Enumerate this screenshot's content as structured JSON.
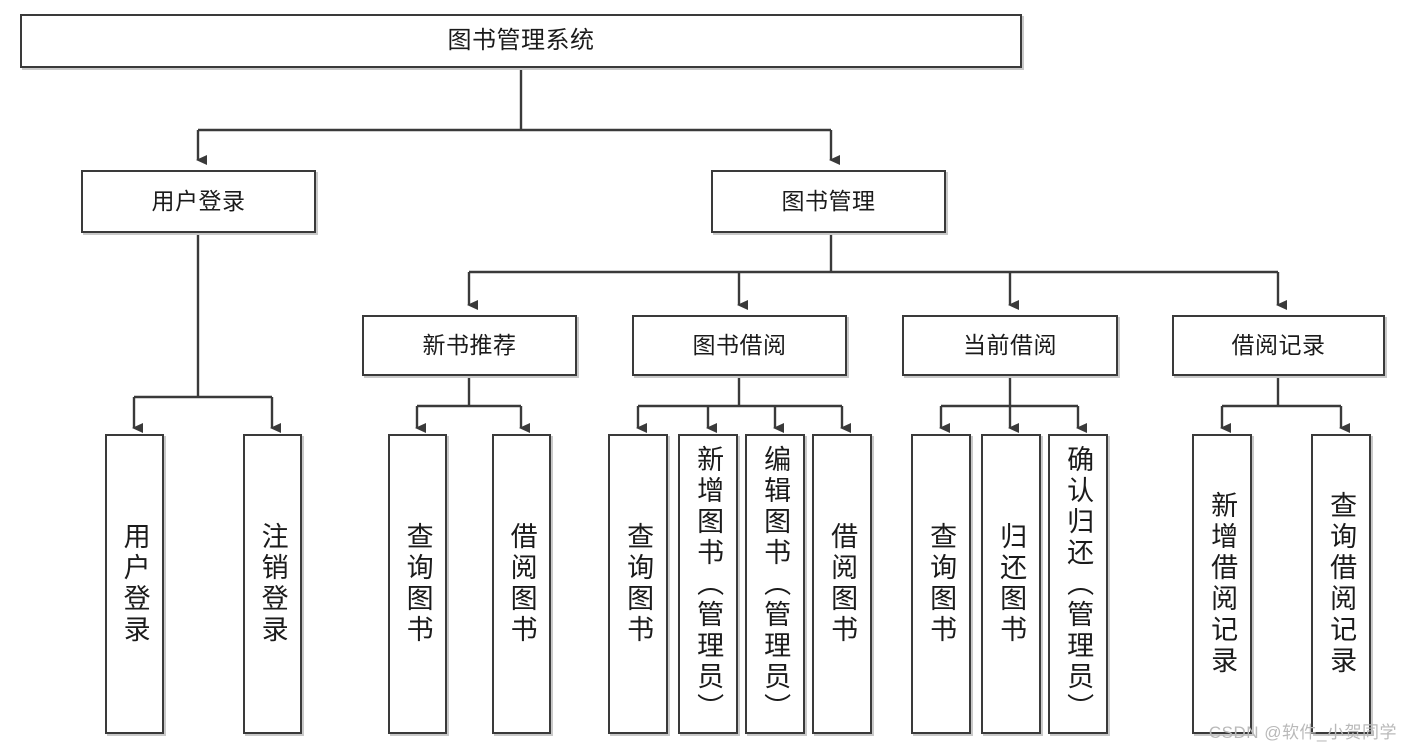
{
  "diagram": {
    "title": "图书管理系统",
    "type": "tree-hierarchy-chart",
    "root": {
      "label": "图书管理系统"
    },
    "level2": [
      {
        "label": "用户登录"
      },
      {
        "label": "图书管理"
      }
    ],
    "level3": [
      {
        "label": "新书推荐"
      },
      {
        "label": "图书借阅"
      },
      {
        "label": "当前借阅"
      },
      {
        "label": "借阅记录"
      }
    ],
    "leaves": {
      "user_login": [
        {
          "label": "用户登录"
        },
        {
          "label": "注销登录"
        }
      ],
      "new_book_recommend": [
        {
          "label": "查询图书"
        },
        {
          "label": "借阅图书"
        }
      ],
      "book_borrow": [
        {
          "label": "查询图书"
        },
        {
          "label": "新增图书（管理员）"
        },
        {
          "label": "编辑图书（管理员）"
        },
        {
          "label": "借阅图书"
        }
      ],
      "current_borrow": [
        {
          "label": "查询图书"
        },
        {
          "label": "归还图书"
        },
        {
          "label": "确认归还（管理员）"
        }
      ],
      "borrow_record": [
        {
          "label": "新增借阅记录"
        },
        {
          "label": "查询借阅记录"
        }
      ]
    }
  },
  "watermark": {
    "text": "CSDN @软件_小贺同学"
  },
  "colors": {
    "stroke": "#3a3a3a",
    "fill": "#ffffff",
    "text": "#1b1b1b",
    "shadow": "#c9c9c9",
    "watermark": "#b9b9b9"
  }
}
